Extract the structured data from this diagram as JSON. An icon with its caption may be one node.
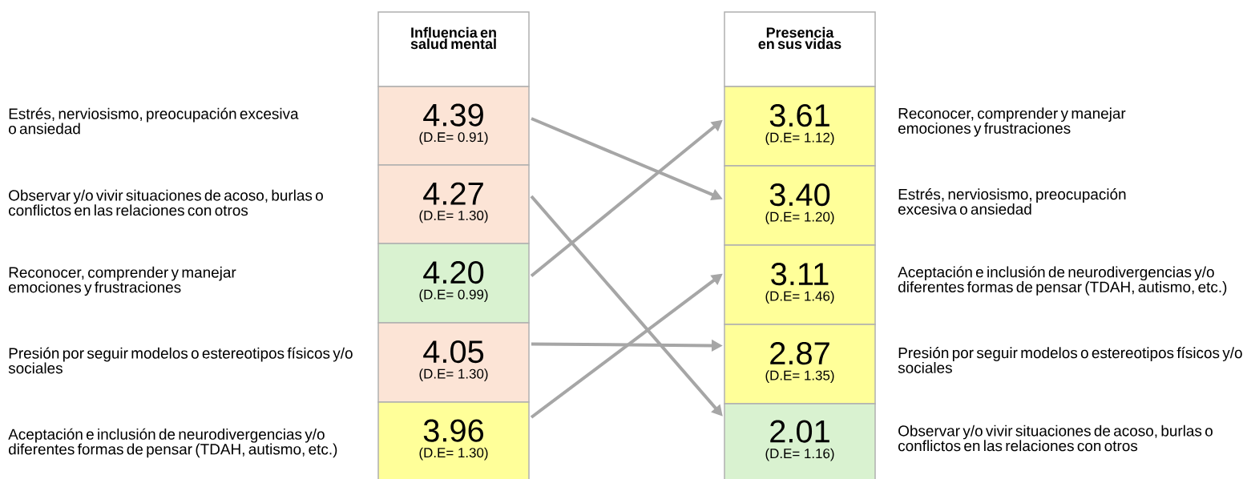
{
  "diagram": {
    "nodes": [
      {
        "text": [
          "Influencia en salud mental"
        ]
      },
      {
        "text": [
          "4.39",
          "(D.E= 0.91)"
        ]
      },
      {
        "text": [
          "4.27",
          "(D.E= 1.30)"
        ]
      },
      {
        "text": [
          "4.20",
          "(D.E= 0.99)"
        ]
      },
      {
        "text": [
          "4.05",
          "(D.E= 1.30)"
        ]
      },
      {
        "text": [
          "3.96",
          "(D.E= 1.30)"
        ]
      },
      {
        "text": [
          "Presencia en sus vidas"
        ]
      },
      {
        "text": [
          "3.61",
          "(D.E= 1.12)"
        ],
        "beside": [
          "Reconocer, comprender y manejar emociones y frustraciones"
        ]
      },
      {
        "text": [
          "3.40",
          "(D.E= 1.20)"
        ],
        "beside": [
          "Estrés, nerviosismo, preocupación excesiva o ansiedad"
        ]
      },
      {
        "text": [
          "3.11",
          "(D.E= 1.46)"
        ],
        "beside": [
          "Aceptación e inclusión de neurodivergencias y/o diferentes formas de pensar (TDAH, autismo, etc.)"
        ]
      },
      {
        "text": [
          "2.87",
          "(D.E= 1.35)"
        ],
        "beside": [
          "Presión por seguir modelos o estereotipos físicos y/o sociales"
        ]
      },
      {
        "text": [
          "2.01",
          "(D.E= 1.16)"
        ],
        "beside": [
          "Observar y/o vivir situaciones de acoso, burlas o conflictos en las relaciones con otros"
        ]
      }
    ],
    "edges": [
      {
        "from": 1,
        "to": 8,
        "arrow": "to"
      },
      {
        "from": 2,
        "to": 11,
        "arrow": "to"
      },
      {
        "from": 3,
        "to": 7,
        "arrow": "to"
      },
      {
        "from": 4,
        "to": 10,
        "arrow": "to"
      },
      {
        "from": 5,
        "to": 9,
        "arrow": "to"
      }
    ],
    "labels": [
      "Estrés, nerviosismo, preocupación excesiva o ansiedad",
      "Observar y/o vivir situaciones de acoso, burlas o conflictos en las relaciones con otros",
      "Reconocer, comprender y manejar emociones y frustraciones",
      "Presión por seguir modelos o estereotipos físicos y/o sociales",
      "Aceptación e inclusión de neurodivergencias y/o diferentes formas de pensar (TDAH, autismo, etc.)"
    ]
  }
}
